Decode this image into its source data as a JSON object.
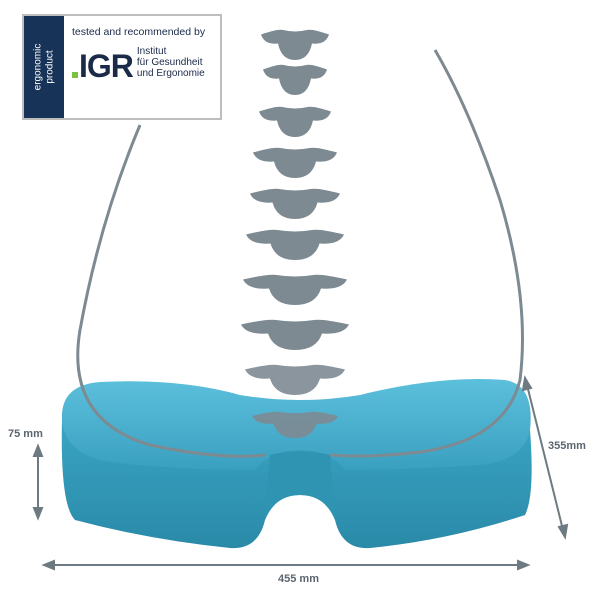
{
  "badge": {
    "side_label_1": "ergonomic",
    "side_label_2": "product",
    "tested": "tested and recommended by",
    "logo": "IGR",
    "institute_line_1": "Institut",
    "institute_line_2": "für Gesundheit",
    "institute_line_3": "und Ergonomie"
  },
  "dimensions": {
    "height": "75 mm",
    "depth": "355mm",
    "width": "455 mm"
  },
  "colors": {
    "cushion": "#3aa6c6",
    "spine": "#7d8a92",
    "badge_navy": "#173358",
    "logo_dot": "#7cc242"
  }
}
